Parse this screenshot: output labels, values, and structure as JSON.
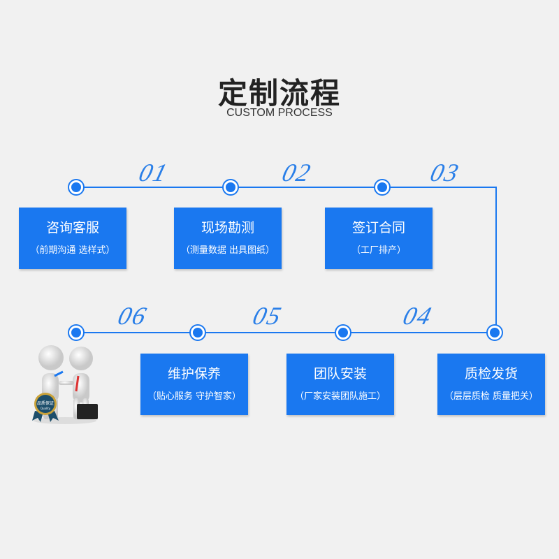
{
  "title": "定制流程",
  "subtitle": "CUSTOM PROCESS",
  "accent": "#1a78f0",
  "steps": [
    {
      "num": "01",
      "title": "咨询客服",
      "desc": "（前期沟通 选样式）"
    },
    {
      "num": "02",
      "title": "现场勘测",
      "desc": "（测量数据 出具图纸）"
    },
    {
      "num": "03",
      "title": "签订合同",
      "desc": "（工厂排产）"
    },
    {
      "num": "04",
      "title": "质检发货",
      "desc": "（层层质检 质量把关）"
    },
    {
      "num": "05",
      "title": "团队安装",
      "desc": "（厂家安装团队施工）"
    },
    {
      "num": "06",
      "title": "维护保养",
      "desc": "（贴心服务 守护智家）"
    }
  ],
  "badge": {
    "cn": "品质保证",
    "en": "Quality"
  }
}
